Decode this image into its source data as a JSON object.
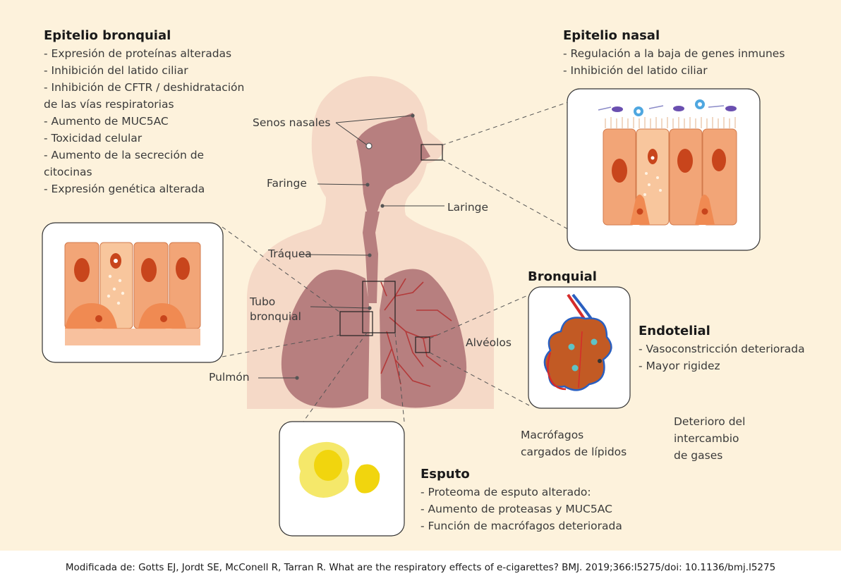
{
  "sections": {
    "epitelio_bronquial": {
      "title": "Epitelio bronquial",
      "lines": [
        "- Expresión de proteínas alteradas",
        "- Inhibición del latido ciliar",
        "- Inhibición de CFTR / deshidratación",
        "de las vías respiratorias",
        "- Aumento de MUC5AC",
        "- Toxicidad celular",
        "- Aumento de la secreción de",
        "citocinas",
        "- Expresión genética alterada"
      ]
    },
    "epitelio_nasal": {
      "title": "Epitelio nasal",
      "lines": [
        "- Regulación a la baja de genes inmunes",
        "- Inhibición del latido ciliar"
      ]
    },
    "bronquial": {
      "title": "Bronquial"
    },
    "endotelial": {
      "title": "Endotelial",
      "lines": [
        "- Vasoconstricción deteriorada",
        "- Mayor rigidez"
      ]
    },
    "esputo": {
      "title": "Esputo",
      "lines": [
        "- Proteoma de esputo alterado:",
        "- Aumento de proteasas y MUC5AC",
        "- Función de macrófagos deteriorada"
      ]
    }
  },
  "anatomy_labels": {
    "senos_nasales": "Senos nasales",
    "faringe": "Faringe",
    "laringe": "Laringe",
    "traquea": "Tráquea",
    "tubo_bronquial": [
      "Tubo",
      "bronquial"
    ],
    "pulmon": "Pulmón",
    "alveolos": "Alvéolos"
  },
  "notes": {
    "macrofagos": [
      "Macrófagos",
      "cargados de lípidos"
    ],
    "deterioro": [
      "Deterioro del",
      "intercambio",
      "de gases"
    ]
  },
  "footer": "Modificada de: Gotts EJ, Jordt SE, McConell R, Tarran R. What are the respiratory effects of e-cigarettes? BMJ. 2019;366:l5275/doi: 10.1136/bmj.l5275",
  "colors": {
    "background": "#fdf2dc",
    "body_silhouette": "#f5d9c7",
    "airway": "#b77f7f",
    "cell_fill": "#f2a577",
    "nucleus": "#c8451c",
    "sputum": "#f1e22b",
    "alveolus": "#c25a24"
  }
}
